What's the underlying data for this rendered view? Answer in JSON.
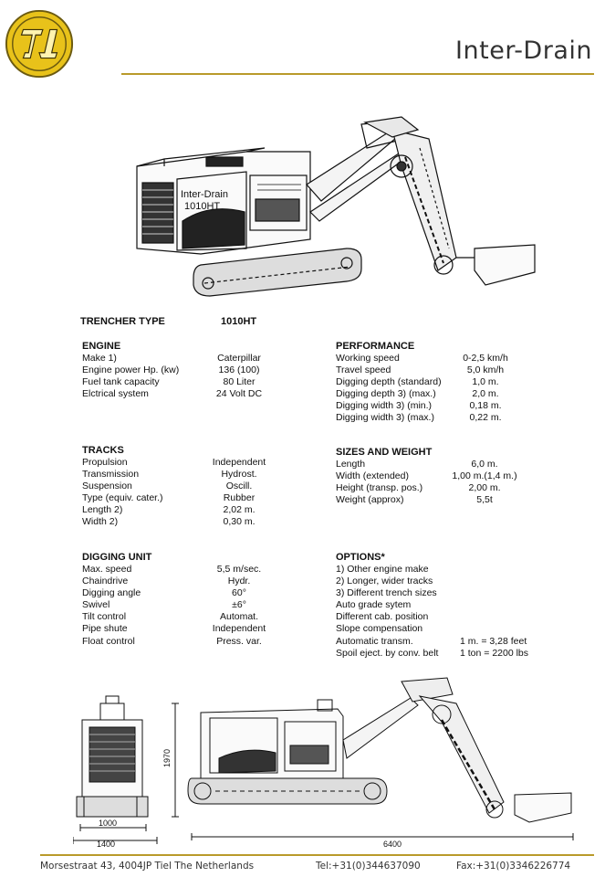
{
  "header": {
    "brand": "Inter-Drain",
    "logo_letters": "ID",
    "colors": {
      "accent_gold": "#b99a2a",
      "logo_fill": "#e8c21a",
      "text": "#111111"
    }
  },
  "machine_label": "Inter-Drain\n1010HT",
  "trencher_type": {
    "label": "TRENCHER TYPE",
    "value": "1010HT"
  },
  "engine": {
    "title": "ENGINE",
    "rows": [
      {
        "label": "Make 1)",
        "value": "Caterpillar"
      },
      {
        "label": "Engine power Hp. (kw)",
        "value": "136 (100)"
      },
      {
        "label": "Fuel tank capacity",
        "value": "80 Liter"
      },
      {
        "label": "Elctrical system",
        "value": "24 Volt DC"
      }
    ]
  },
  "tracks": {
    "title": "TRACKS",
    "rows": [
      {
        "label": "Propulsion",
        "value": "Independent"
      },
      {
        "label": "Transmission",
        "value": "Hydrost."
      },
      {
        "label": "Suspension",
        "value": "Oscill."
      },
      {
        "label": "Type (equiv. cater.)",
        "value": "Rubber"
      },
      {
        "label": "Length 2)",
        "value": "2,02 m."
      },
      {
        "label": "Width 2)",
        "value": "0,30 m."
      }
    ]
  },
  "digging_unit": {
    "title": "DIGGING UNIT",
    "rows": [
      {
        "label": "Max. speed",
        "value": "5,5 m/sec."
      },
      {
        "label": "Chaindrive",
        "value": "Hydr."
      },
      {
        "label": "Digging angle",
        "value": "60°"
      },
      {
        "label": "Swivel",
        "value": "±6°"
      },
      {
        "label": "Tilt control",
        "value": "Automat."
      },
      {
        "label": "Pipe shute",
        "value": "Independent"
      },
      {
        "label": "Float control",
        "value": "Press. var."
      }
    ]
  },
  "performance": {
    "title": "PERFORMANCE",
    "rows": [
      {
        "label": "Working speed",
        "value": "0-2,5 km/h"
      },
      {
        "label": "Travel speed",
        "value": "5,0 km/h"
      },
      {
        "label": "Digging depth (standard)",
        "value": "1,0 m."
      },
      {
        "label": "Digging depth 3) (max.)",
        "value": "2,0 m."
      },
      {
        "label": "Digging width 3) (min.)",
        "value": "0,18 m."
      },
      {
        "label": "Digging width 3) (max.)",
        "value": "0,22 m."
      }
    ]
  },
  "sizes_weight": {
    "title": "SIZES AND WEIGHT",
    "rows": [
      {
        "label": "Length",
        "value": "6,0 m."
      },
      {
        "label": "Width (extended)",
        "value": "1,00 m.(1,4 m.)"
      },
      {
        "label": "Height (transp. pos.)",
        "value": "2,00 m."
      },
      {
        "label": "Weight (approx)",
        "value": "5,5t"
      }
    ]
  },
  "options": {
    "title": "OPTIONS*",
    "rows": [
      {
        "label": "1) Other engine make",
        "value": ""
      },
      {
        "label": "2) Longer, wider tracks",
        "value": ""
      },
      {
        "label": "3) Different trench sizes",
        "value": ""
      },
      {
        "label": "Auto grade sytem",
        "value": ""
      },
      {
        "label": "Different cab. position",
        "value": ""
      },
      {
        "label": "Slope compensation",
        "value": ""
      },
      {
        "label": "Automatic transm.",
        "value": "1 m. = 3,28 feet"
      },
      {
        "label": "Spoil eject. by conv. belt",
        "value": "1 ton = 2200 lbs"
      }
    ]
  },
  "drawing_dimensions": {
    "height": "1970",
    "width_inner": "1000",
    "width_outer": "1400",
    "length": "6400"
  },
  "footer": {
    "address": "Morsestraat 43, 4004JP Tiel The Netherlands",
    "tel": "Tel:+31(0)344637090",
    "fax": "Fax:+31(0)3346226774"
  }
}
